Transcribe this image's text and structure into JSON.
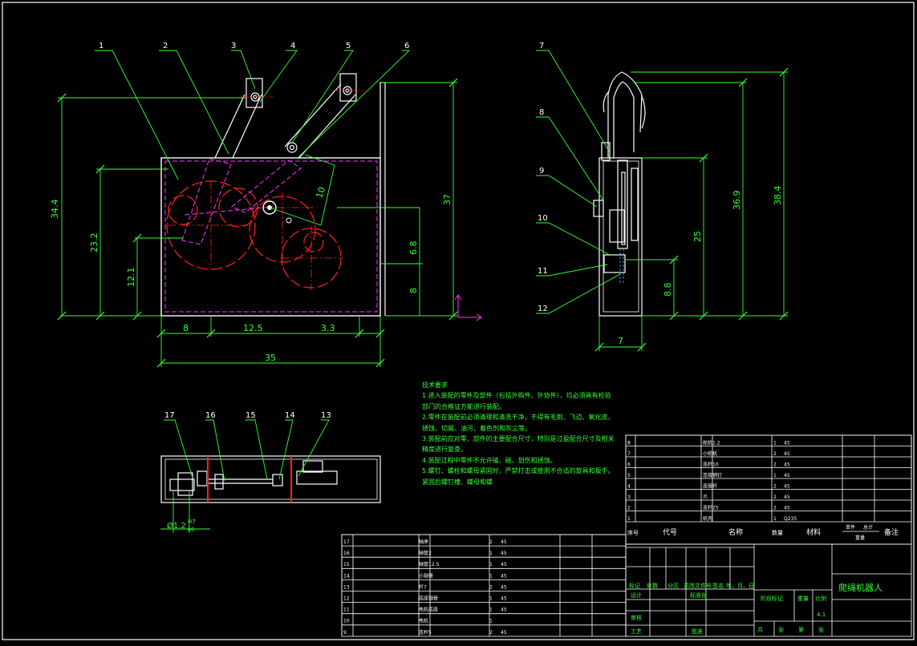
{
  "front_view": {
    "part_callouts": [
      "1",
      "2",
      "3",
      "4",
      "5",
      "6"
    ],
    "dims": {
      "height_total": "34.4",
      "height_pivot": "23.2",
      "height_low": "12.1",
      "height_right": "37",
      "radius": "10",
      "small_a": "6.8",
      "small_b": "8",
      "bottom_a": "8",
      "bottom_b": "12.5",
      "bottom_c": "3.3",
      "overall_width": "35"
    }
  },
  "side_view": {
    "part_callouts": [
      "7",
      "8",
      "9",
      "10",
      "11",
      "12"
    ],
    "dims": {
      "height_a": "36.9",
      "height_b": "38.4",
      "height_c": "25",
      "height_d": "8.8",
      "width": "7"
    }
  },
  "top_view": {
    "part_callouts": [
      "17",
      "16",
      "15",
      "14",
      "13"
    ],
    "fit_dim": {
      "prefix": "Ø1.2",
      "upper": "H7",
      "lower": "k6"
    }
  },
  "tech_notes": {
    "title": "技术要求",
    "lines": [
      "1.进入装配的零件及部件（包括外购件、外协件），均必须具有检验",
      "部门的合格证方能进行装配。",
      "2.零件在装配前必须清理和清洗干净，不得有毛刺、飞边、氧化皮、",
      "锈蚀、切屑、油污、着色剂和灰尘等。",
      "3.装配前应对零、部件的主要配合尺寸，特别是过盈配合尺寸及相关",
      "精度进行复查。",
      "4.装配过程中零件不允许磕、碰、划伤和锈蚀。",
      "5.螺钉、螺栓和螺母紧固时，严禁打击或使用不合适的旋具和扳手。",
      "紧固后螺钉槽、螺母和螺"
    ]
  },
  "bom_upper": {
    "rows": [
      {
        "no": "8",
        "name": "舵机1.2",
        "qty": "1",
        "mat": "45"
      },
      {
        "no": "7",
        "name": "小舵机",
        "qty": "2",
        "mat": "45"
      },
      {
        "no": "6",
        "name": "连杆10",
        "qty": "2",
        "mat": "45"
      },
      {
        "no": "5",
        "name": "连接销钉",
        "qty": "1",
        "mat": "45"
      },
      {
        "no": "4",
        "name": "连接杆",
        "qty": "2",
        "mat": "45"
      },
      {
        "no": "3",
        "name": "爪",
        "qty": "2",
        "mat": "45"
      },
      {
        "no": "2",
        "name": "连杆25",
        "qty": "2",
        "mat": "45"
      },
      {
        "no": "1",
        "name": "机壳",
        "qty": "1",
        "mat": "Q235"
      }
    ],
    "header": {
      "no": "序号",
      "code": "代号",
      "name": "名称",
      "qty": "数量",
      "material": "材料",
      "unit_weight": "单件",
      "total_weight": "总计",
      "weight": "重量",
      "remark": "备注"
    }
  },
  "bom_lower": {
    "rows": [
      {
        "no": "17",
        "name": "轴承",
        "qty": "2",
        "mat": "45"
      },
      {
        "no": "16",
        "name": "轴管2",
        "qty": "1",
        "mat": "45"
      },
      {
        "no": "15",
        "name": "轴管12.5",
        "qty": "1",
        "mat": "45"
      },
      {
        "no": "14",
        "name": "小轴管",
        "qty": "1",
        "mat": "45"
      },
      {
        "no": "13",
        "name": "杆7",
        "qty": "2",
        "mat": "45"
      },
      {
        "no": "12",
        "name": "底座轴管",
        "qty": "1",
        "mat": "45"
      },
      {
        "no": "11",
        "name": "电机底座",
        "qty": "1",
        "mat": "45"
      },
      {
        "no": "10",
        "name": "电机",
        "qty": "1",
        "mat": ""
      },
      {
        "no": "9",
        "name": "连杆5",
        "qty": "2",
        "mat": "45"
      }
    ]
  },
  "title_block": {
    "revision_cols": [
      "标记",
      "处数",
      "分区",
      "更改文件号",
      "签名",
      "年、月、日"
    ],
    "designer": "设计",
    "standardize": "标准化",
    "review": "审核",
    "process": "工艺",
    "approve": "批准",
    "stage_mark": "阶段标记",
    "weight": "重量",
    "scale": "比例",
    "scale_value": "4:1",
    "sheets": [
      "共",
      "张",
      "第",
      "张"
    ],
    "title": "爬绳机器人"
  },
  "colors": {
    "background": "#000000",
    "outline": "#ffffff",
    "dimension": "#33ff33",
    "centerline": "#ff2020",
    "hidden": "#ff33ff"
  }
}
